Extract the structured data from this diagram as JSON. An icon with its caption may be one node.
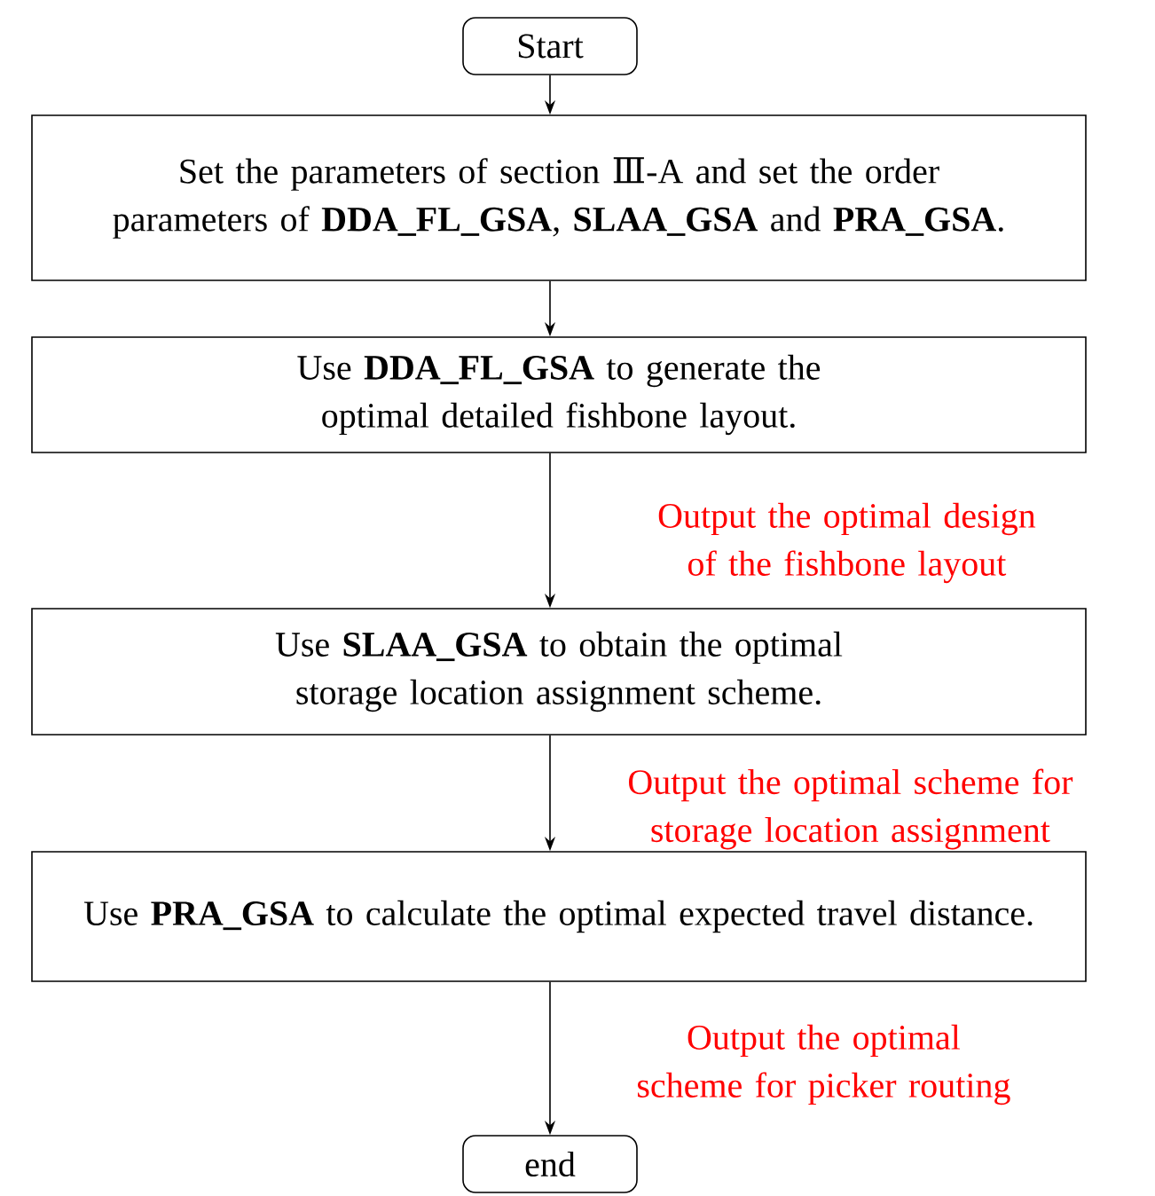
{
  "diagram": {
    "nodes": [
      {
        "text": [
          "Start"
        ]
      },
      {
        "text": [
          "Set the parameters of section Ⅲ-A and set the order parameters of **DDA_FL_GSA**, **SLAA_GSA** and **PRA_GSA**."
        ]
      },
      {
        "text": [
          "Use **DDA_FL_GSA** to generate the optimal detailed fishbone layout."
        ]
      },
      {
        "text": [
          "Use **SLAA_GSA** to obtain the optimal storage location assignment scheme."
        ]
      },
      {
        "text": [
          "Use **PRA_GSA** to calculate the optimal expected travel distance."
        ]
      },
      {
        "text": [
          "end"
        ]
      }
    ],
    "edges": [
      {
        "from": 0,
        "to": 1,
        "arrow": "to"
      },
      {
        "from": 1,
        "to": 2,
        "arrow": "to"
      },
      {
        "from": 2,
        "to": 3,
        "arrow": "to",
        "label": "Output the optimal design of the fishbone layout"
      },
      {
        "from": 3,
        "to": 4,
        "arrow": "to",
        "label": "Output the optimal scheme for storage location assignment"
      },
      {
        "from": 4,
        "to": 5,
        "arrow": "to",
        "label": "Output the optimal scheme for picker routing"
      }
    ]
  }
}
